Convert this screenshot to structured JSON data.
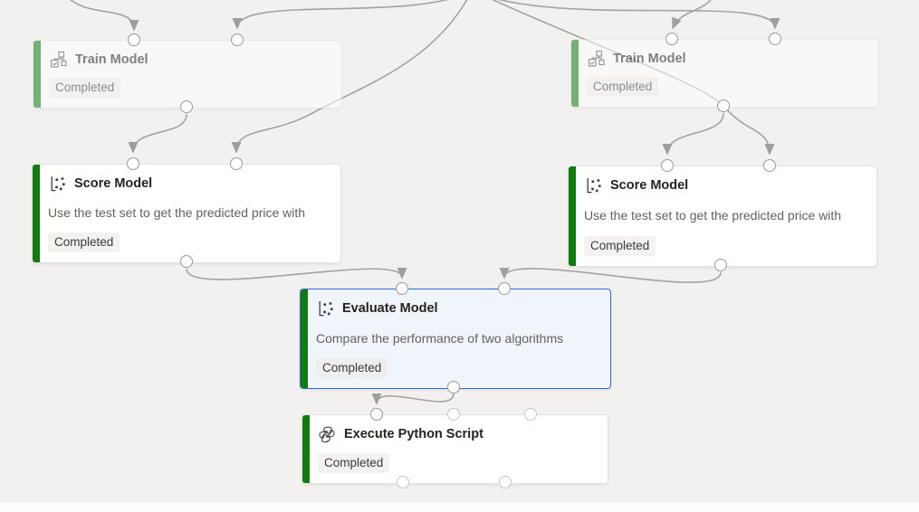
{
  "canvas": {
    "type": "pipeline-graph",
    "background_color": "#f2f1f0",
    "edge_color": "#a5a3a1",
    "accent_green": "#107c10",
    "selected_border_blue": "#3468d3",
    "selected_background": "#f0f4fb",
    "badge_background": "#f3f2f1",
    "nodes": [
      {
        "id": "train-model-left",
        "title": "Train Model",
        "status": "Completed",
        "icon": "train-model-icon",
        "state": "dimmed"
      },
      {
        "id": "train-model-right",
        "title": "Train Model",
        "status": "Completed",
        "icon": "train-model-icon",
        "state": "dimmed"
      },
      {
        "id": "score-model-left",
        "title": "Score Model",
        "comment": "Use the test set to get the predicted price with",
        "status": "Completed",
        "icon": "scatter-plot-icon",
        "state": "normal"
      },
      {
        "id": "score-model-right",
        "title": "Score Model",
        "comment": "Use the test set to get the predicted price with",
        "status": "Completed",
        "icon": "scatter-plot-icon",
        "state": "normal"
      },
      {
        "id": "evaluate-model",
        "title": "Evaluate Model",
        "comment": "Compare the performance of two algorithms",
        "status": "Completed",
        "icon": "scatter-plot-icon",
        "state": "selected"
      },
      {
        "id": "execute-python-script",
        "title": "Execute Python Script",
        "status": "Completed",
        "icon": "python-icon",
        "state": "normal"
      }
    ]
  }
}
